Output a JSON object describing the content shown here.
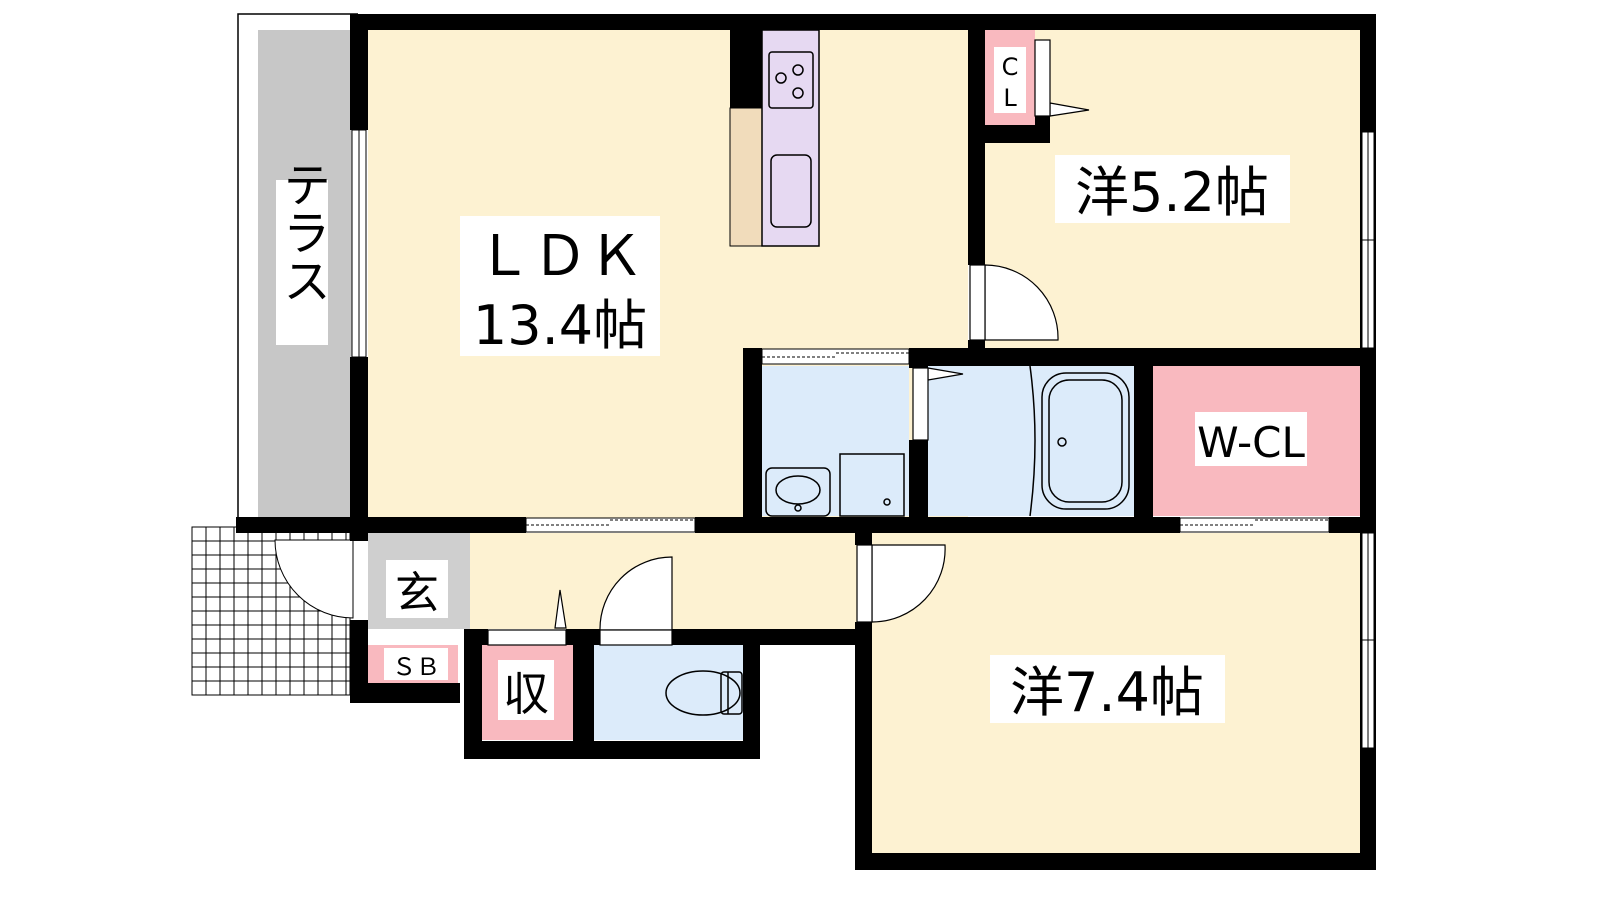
{
  "floor_plan": {
    "rooms": {
      "ldk": {
        "name": "ＬＤＫ",
        "size": "13.4帖"
      },
      "western_1": {
        "name": "洋5.2帖"
      },
      "western_2": {
        "name": "洋7.4帖"
      },
      "terrace": {
        "name": "テラス"
      },
      "entrance": {
        "name": "玄"
      },
      "shoe_box": {
        "name": "ＳＢ"
      },
      "storage": {
        "name": "収"
      },
      "walk_in_closet": {
        "name": "W-CL"
      },
      "closet": {
        "name_line1": "C",
        "name_line2": "L"
      }
    },
    "colors": {
      "living": "#fdf2d2",
      "wet_area": "#dcebfa",
      "storage": "#f9b9bf",
      "terrace": "#c7c7c7",
      "kitchen": "#e6d9f2",
      "counter": "#f1dcbb",
      "wall": "#000000"
    }
  }
}
